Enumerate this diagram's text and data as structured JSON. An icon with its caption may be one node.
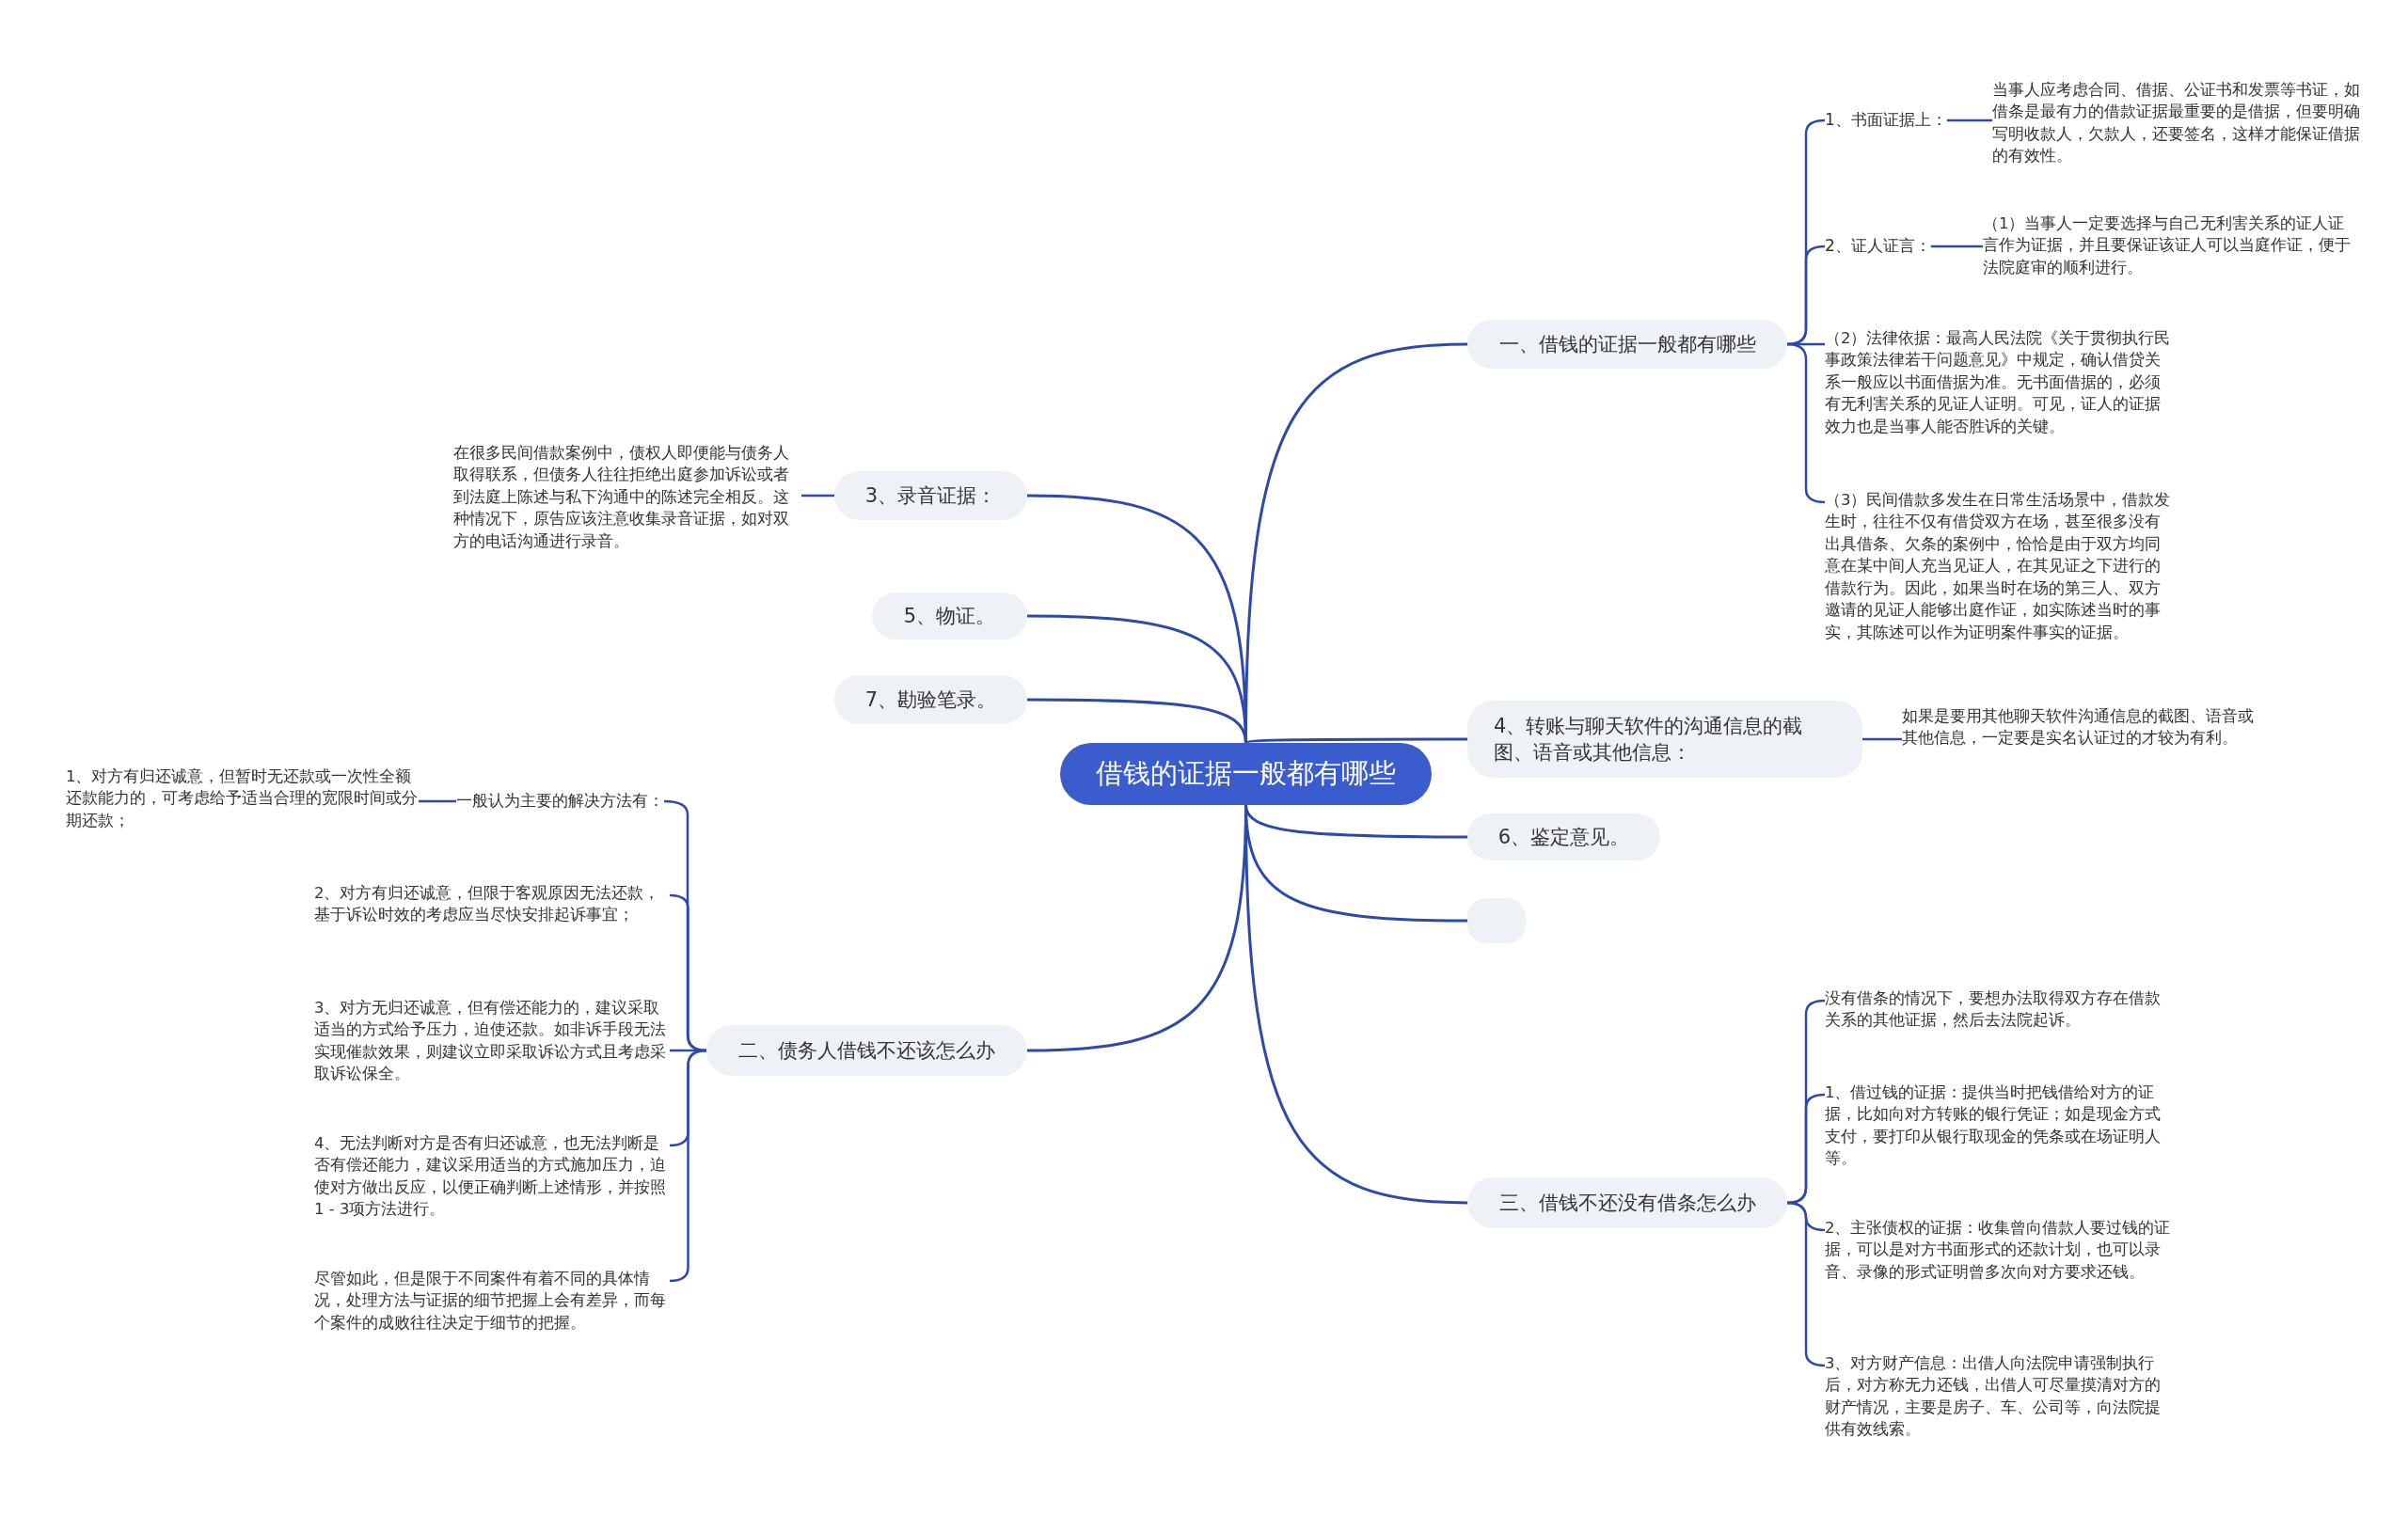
{
  "diagram": {
    "nodes": [
      {
        "text": [
          "借钱的证据一般都有哪些"
        ]
      },
      {
        "text": [
          "一、借钱的证据一般都有哪些"
        ]
      },
      {
        "text": [
          "1、书面证据上："
        ]
      },
      {
        "text": [
          "当事人应考虑合同、借据、公证书和发票等书证，如借条是最有力的借款证据最重要的是借据，但要明确写明收款人，欠款人，还要签名，这样才能保证借据的有效性。"
        ]
      },
      {
        "text": [
          "2、证人证言："
        ]
      },
      {
        "text": [
          "（1）当事人一定要选择与自己无利害关系的证人证言作为证据，并且要保证该证人可以当庭作证，便于法院庭审的顺利进行。"
        ]
      },
      {
        "text": [
          "（2）法律依据：最高人民法院《关于贯彻执行民事政策法律若干问题意见》中规定，确认借贷关系一般应以书面借据为准。无书面借据的，必须有无利害关系的见证人证明。可见，证人的证据效力也是当事人能否胜诉的关键。"
        ]
      },
      {
        "text": [
          "（3）民间借款多发生在日常生活场景中，借款发生时，往往不仅有借贷双方在场，甚至很多没有出具借条、欠条的案例中，恰恰是由于双方均同意在某中间人充当见证人，在其见证之下进行的借款行为。因此，如果当时在场的第三人、双方邀请的见证人能够出庭作证，如实陈述当时的事实，其陈述可以作为证明案件事实的证据。"
        ]
      },
      {
        "text": [
          "4、转账与聊天软件的沟通信息的截图、语音或其他信息："
        ]
      },
      {
        "text": [
          "如果是要用其他聊天软件沟通信息的截图、语音或其他信息，一定要是实名认证过的才较为有利。"
        ]
      },
      {
        "text": [
          "6、鉴定意见。"
        ]
      },
      {
        "text": [],
        "shape": "box"
      },
      {
        "text": [
          "三、借钱不还没有借条怎么办"
        ]
      },
      {
        "text": [
          "没有借条的情况下，要想办法取得双方存在借款关系的其他证据，然后去法院起诉。"
        ]
      },
      {
        "text": [
          "1、借过钱的证据：提供当时把钱借给对方的证据，比如向对方转账的银行凭证；如是现金方式支付，要打印从银行取现金的凭条或在场证明人等。"
        ]
      },
      {
        "text": [
          "2、主张债权的证据：收集曾向借款人要过钱的证据，可以是对方书面形式的还款计划，也可以录音、录像的形式证明曾多次向对方要求还钱。"
        ]
      },
      {
        "text": [
          "3、对方财产信息：出借人向法院申请强制执行后，对方称无力还钱，出借人可尽量摸清对方的财产情况，主要是房子、车、公司等，向法院提供有效线索。"
        ]
      },
      {
        "text": [
          "3、录音证据："
        ]
      },
      {
        "text": [
          "在很多民间借款案例中，债权人即便能与债务人取得联系，但债务人往往拒绝出庭参加诉讼或者到法庭上陈述与私下沟通中的陈述完全相反。这种情况下，原告应该注意收集录音证据，如对双方的电话沟通进行录音。"
        ]
      },
      {
        "text": [
          "5、物证。"
        ]
      },
      {
        "text": [
          "7、勘验笔录。"
        ]
      },
      {
        "text": [
          "二、债务人借钱不还该怎么办"
        ]
      },
      {
        "text": [
          "一般认为主要的解决方法有："
        ]
      },
      {
        "text": [
          "1、对方有归还诚意，但暂时无还款或一次性全额还款能力的，可考虑给予适当合理的宽限时间或分期还款；"
        ]
      },
      {
        "text": [
          "2、对方有归还诚意，但限于客观原因无法还款，基于诉讼时效的考虑应当尽快安排起诉事宜；"
        ]
      },
      {
        "text": [
          "3、对方无归还诚意，但有偿还能力的，建议采取适当的方式给予压力，迫使还款。如非诉手段无法实现催款效果，则建议立即采取诉讼方式且考虑采取诉讼保全。"
        ]
      },
      {
        "text": [
          "4、无法判断对方是否有归还诚意，也无法判断是否有偿还能力，建议采用适当的方式施加压力，迫使对方做出反应，以便正确判断上述情形，并按照1 - 3项方法进行。"
        ]
      },
      {
        "text": [
          "尽管如此，但是限于不同案件有着不同的具体情况，处理方法与证据的细节把握上会有差异，而每个案件的成败往往决定于细节的把握。"
        ]
      }
    ],
    "edges": [
      {
        "from": 0,
        "to": 1,
        "arrow": "none"
      },
      {
        "from": 1,
        "to": 2,
        "arrow": "none"
      },
      {
        "from": 2,
        "to": 3,
        "arrow": "none"
      },
      {
        "from": 1,
        "to": 4,
        "arrow": "none"
      },
      {
        "from": 4,
        "to": 5,
        "arrow": "none"
      },
      {
        "from": 1,
        "to": 6,
        "arrow": "none"
      },
      {
        "from": 1,
        "to": 7,
        "arrow": "none"
      },
      {
        "from": 0,
        "to": 8,
        "arrow": "none"
      },
      {
        "from": 8,
        "to": 9,
        "arrow": "none"
      },
      {
        "from": 0,
        "to": 10,
        "arrow": "none"
      },
      {
        "from": 0,
        "to": 11,
        "arrow": "none"
      },
      {
        "from": 0,
        "to": 12,
        "arrow": "none"
      },
      {
        "from": 12,
        "to": 13,
        "arrow": "none"
      },
      {
        "from": 12,
        "to": 14,
        "arrow": "none"
      },
      {
        "from": 12,
        "to": 15,
        "arrow": "none"
      },
      {
        "from": 12,
        "to": 16,
        "arrow": "none"
      },
      {
        "from": 0,
        "to": 17,
        "arrow": "none"
      },
      {
        "from": 17,
        "to": 18,
        "arrow": "none"
      },
      {
        "from": 0,
        "to": 19,
        "arrow": "none"
      },
      {
        "from": 0,
        "to": 20,
        "arrow": "none"
      },
      {
        "from": 0,
        "to": 21,
        "arrow": "none"
      },
      {
        "from": 21,
        "to": 22,
        "arrow": "none"
      },
      {
        "from": 22,
        "to": 23,
        "arrow": "none"
      },
      {
        "from": 21,
        "to": 24,
        "arrow": "none"
      },
      {
        "from": 21,
        "to": 25,
        "arrow": "none"
      },
      {
        "from": 21,
        "to": 26,
        "arrow": "none"
      },
      {
        "from": 21,
        "to": 27,
        "arrow": "none"
      }
    ]
  }
}
